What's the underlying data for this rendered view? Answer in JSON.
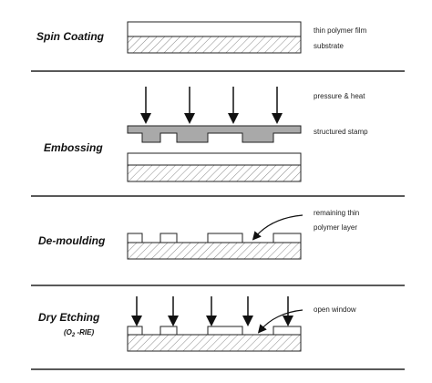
{
  "steps": {
    "spin_coating": {
      "label": "Spin Coating",
      "annotations": {
        "film": "thin polymer film",
        "substrate": "substrate"
      }
    },
    "embossing": {
      "label": "Embossing",
      "annotations": {
        "pressure": "pressure & heat",
        "stamp": "structured stamp"
      }
    },
    "demoulding": {
      "label": "De-moulding",
      "annotations": {
        "line1": "remaining thin",
        "line2": "polymer layer"
      }
    },
    "dry_etching": {
      "label": "Dry Etching",
      "sub_label_prefix": "(O",
      "sub_label_subscript": "2",
      "sub_label_suffix": " -RIE)",
      "annotations": {
        "window": "open window"
      }
    }
  },
  "colors": {
    "stamp_fill": "#a9a9a9",
    "line": "#222222",
    "hatch": "#8a8a8a"
  }
}
